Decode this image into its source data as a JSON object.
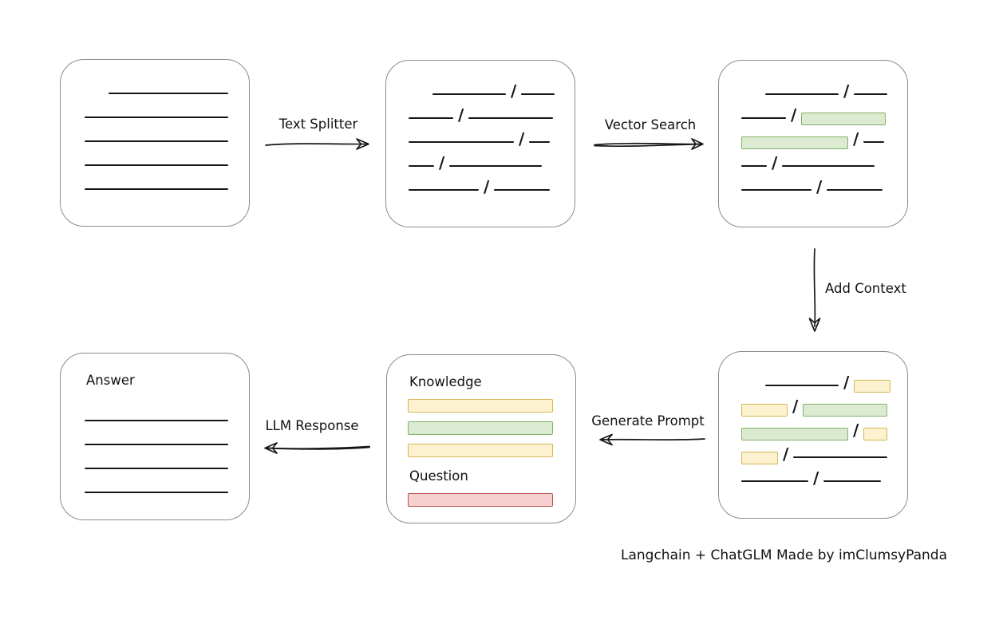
{
  "diagram": {
    "caption": "Langchain + ChatGLM Made by imClumsyPanda",
    "labels": {
      "text_splitter": "Text Splitter",
      "vector_search": "Vector Search",
      "add_context": "Add Context",
      "generate_prompt": "Generate Prompt",
      "llm_response": "LLM Response"
    },
    "colors": {
      "green_fill": "#dcead2",
      "green_border": "#82b366",
      "yellow_fill": "#fdf2d0",
      "yellow_border": "#d6b656",
      "red_fill": "#f6d0cf",
      "red_border": "#b85450",
      "box_border": "#8c8c8c",
      "line": "#161616"
    },
    "boxes": {
      "source_document": {
        "rows": [
          {
            "indent": 60,
            "segments": [
              {
                "type": "line",
                "w": 150
              }
            ]
          },
          {
            "indent": 30,
            "segments": [
              {
                "type": "line",
                "w": 180
              }
            ]
          },
          {
            "indent": 30,
            "segments": [
              {
                "type": "line",
                "w": 180
              }
            ]
          },
          {
            "indent": 30,
            "segments": [
              {
                "type": "line",
                "w": 180
              }
            ]
          },
          {
            "indent": 30,
            "segments": [
              {
                "type": "line",
                "w": 180
              }
            ]
          }
        ]
      },
      "split_text": {
        "rows": [
          {
            "indent": 58,
            "segments": [
              {
                "type": "line",
                "w": 92
              },
              {
                "type": "slash"
              },
              {
                "type": "line",
                "w": 42
              }
            ]
          },
          {
            "indent": 28,
            "segments": [
              {
                "type": "line",
                "w": 56
              },
              {
                "type": "slash"
              },
              {
                "type": "line",
                "w": 106
              }
            ]
          },
          {
            "indent": 28,
            "segments": [
              {
                "type": "line",
                "w": 132
              },
              {
                "type": "slash"
              },
              {
                "type": "line",
                "w": 26
              }
            ]
          },
          {
            "indent": 28,
            "segments": [
              {
                "type": "line",
                "w": 32
              },
              {
                "type": "slash"
              },
              {
                "type": "line",
                "w": 116
              }
            ]
          },
          {
            "indent": 28,
            "segments": [
              {
                "type": "line",
                "w": 88
              },
              {
                "type": "slash"
              },
              {
                "type": "line",
                "w": 70
              }
            ]
          }
        ]
      },
      "vector_matched": {
        "rows": [
          {
            "indent": 58,
            "segments": [
              {
                "type": "line",
                "w": 92
              },
              {
                "type": "slash"
              },
              {
                "type": "line",
                "w": 42
              }
            ]
          },
          {
            "indent": 28,
            "segments": [
              {
                "type": "line",
                "w": 56
              },
              {
                "type": "slash"
              },
              {
                "type": "green",
                "w": 106
              }
            ]
          },
          {
            "indent": 28,
            "segments": [
              {
                "type": "green",
                "w": 134
              },
              {
                "type": "slash"
              },
              {
                "type": "line",
                "w": 26
              }
            ]
          },
          {
            "indent": 28,
            "segments": [
              {
                "type": "line",
                "w": 32
              },
              {
                "type": "slash"
              },
              {
                "type": "line",
                "w": 116
              }
            ]
          },
          {
            "indent": 28,
            "segments": [
              {
                "type": "line",
                "w": 88
              },
              {
                "type": "slash"
              },
              {
                "type": "line",
                "w": 70
              }
            ]
          }
        ]
      },
      "context_added": {
        "rows": [
          {
            "indent": 58,
            "segments": [
              {
                "type": "line",
                "w": 92
              },
              {
                "type": "slash"
              },
              {
                "type": "yellow",
                "w": 46
              }
            ]
          },
          {
            "indent": 28,
            "segments": [
              {
                "type": "yellow",
                "w": 58
              },
              {
                "type": "slash"
              },
              {
                "type": "green",
                "w": 106
              }
            ]
          },
          {
            "indent": 28,
            "segments": [
              {
                "type": "green",
                "w": 134
              },
              {
                "type": "slash"
              },
              {
                "type": "yellow",
                "w": 30
              }
            ]
          },
          {
            "indent": 28,
            "segments": [
              {
                "type": "yellow",
                "w": 46
              },
              {
                "type": "slash"
              },
              {
                "type": "line",
                "w": 118
              }
            ]
          },
          {
            "indent": 28,
            "segments": [
              {
                "type": "line",
                "w": 84
              },
              {
                "type": "slash"
              },
              {
                "type": "line",
                "w": 72
              }
            ]
          }
        ]
      },
      "prompt": {
        "knowledge_label": "Knowledge",
        "question_label": "Question",
        "knowledge_bars": [
          "yellow",
          "green",
          "yellow"
        ],
        "question_bars": [
          "red"
        ]
      },
      "answer": {
        "title": "Answer",
        "rows": [
          {
            "indent": 0,
            "segments": [
              {
                "type": "line",
                "w": 180
              }
            ]
          },
          {
            "indent": 0,
            "segments": [
              {
                "type": "line",
                "w": 180
              }
            ]
          },
          {
            "indent": 0,
            "segments": [
              {
                "type": "line",
                "w": 180
              }
            ]
          },
          {
            "indent": 0,
            "segments": [
              {
                "type": "line",
                "w": 180
              }
            ]
          }
        ]
      }
    }
  }
}
